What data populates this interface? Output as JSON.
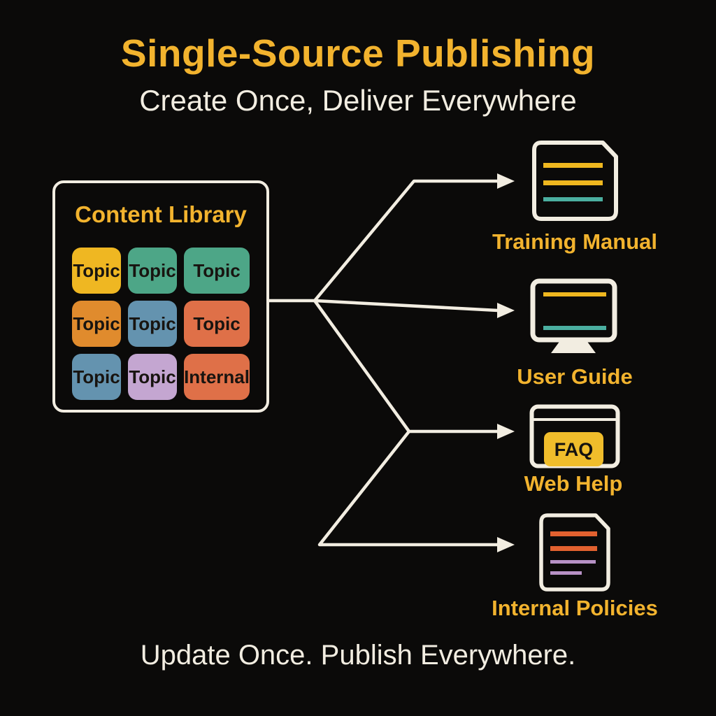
{
  "title": "Single-Source Publishing",
  "subtitle": "Create Once, Deliver Everywhere",
  "footer": "Update Once. Publish Everywhere.",
  "colors": {
    "background": "#0b0a09",
    "yellow": "#f2b32e",
    "cream": "#f2ede1",
    "tile_text": "#181410",
    "doc_yellow": "#efb71f",
    "doc_teal": "#4bafa0",
    "policy_orange": "#e2612f",
    "policy_purple": "#b791c5",
    "faq_bg": "#f0bd2b",
    "faq_text": "#141210"
  },
  "library": {
    "title": "Content Library",
    "tiles": [
      {
        "label": "Topic",
        "color": "#efb722"
      },
      {
        "label": "Topic",
        "color": "#4da687"
      },
      {
        "label": "Topic",
        "color": "#4da687"
      },
      {
        "label": "Topic",
        "color": "#e08b2d"
      },
      {
        "label": "Topic",
        "color": "#6493af"
      },
      {
        "label": "Topic",
        "color": "#df7048"
      },
      {
        "label": "Topic",
        "color": "#6493af"
      },
      {
        "label": "Topic",
        "color": "#c4a6d1"
      },
      {
        "label": "Internal",
        "color": "#df7048"
      }
    ]
  },
  "outputs": [
    {
      "label": "Training Manual",
      "icon": "document-icon"
    },
    {
      "label": "User Guide",
      "icon": "monitor-icon"
    },
    {
      "label": "Web Help",
      "icon": "browser-icon",
      "badge": "FAQ"
    },
    {
      "label": "Internal Policies",
      "icon": "document-icon"
    }
  ]
}
